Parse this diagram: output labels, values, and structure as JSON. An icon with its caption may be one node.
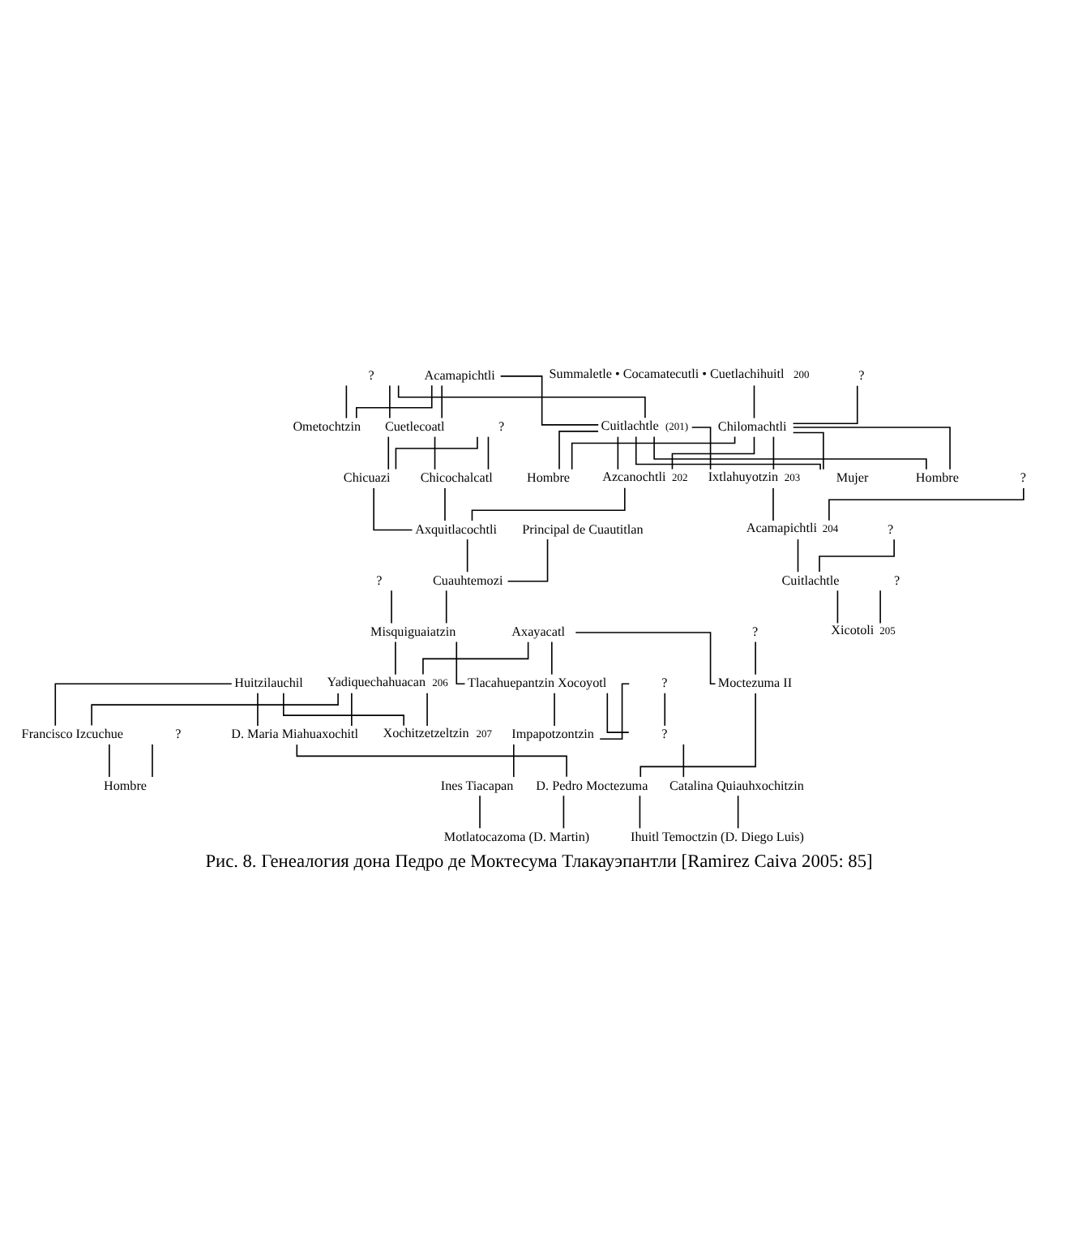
{
  "diagram": {
    "caption": "Рис. 8. Генеалогия дона Педро де Моктесума Тлакауэпантли [Ramirez Caiva 2005: 85]",
    "nodes": [
      {
        "text": [
          "Summaletle • Cocamatecutli • Cuetlachihuitl"
        ],
        "beside": [
          "200"
        ]
      },
      {
        "text": [
          "?"
        ]
      },
      {
        "text": [
          "?"
        ]
      },
      {
        "text": [
          "Acamapichtli"
        ]
      },
      {
        "text": [
          "Chilomachtli"
        ]
      },
      {
        "text": [
          "Cuitlachtle"
        ],
        "beside": [
          "(201)"
        ]
      },
      {
        "text": [
          "Ometochtzin"
        ]
      },
      {
        "text": [
          "Cuetlecoatl"
        ]
      },
      {
        "text": [
          "?"
        ]
      },
      {
        "text": [
          "Azcanochtli"
        ],
        "beside": [
          "202"
        ]
      },
      {
        "text": [
          "Mujer"
        ]
      },
      {
        "text": [
          "Ixtlahuyotzin"
        ],
        "beside": [
          "203"
        ]
      },
      {
        "text": [
          "Hombre"
        ]
      },
      {
        "text": [
          "Hombre"
        ]
      },
      {
        "text": [
          "Chicochalcatl"
        ]
      },
      {
        "text": [
          "Chicuazi"
        ]
      },
      {
        "text": [
          "?"
        ]
      },
      {
        "text": [
          "Acamapichtli"
        ],
        "beside": [
          "204"
        ]
      },
      {
        "text": [
          "?"
        ]
      },
      {
        "text": [
          "Cuitlachtle"
        ]
      },
      {
        "text": [
          "?"
        ]
      },
      {
        "text": [
          "Xicotoli"
        ],
        "beside": [
          "205"
        ]
      },
      {
        "text": [
          "Axquitlacochtli"
        ]
      },
      {
        "text": [
          "Principal de Cuautitlan"
        ]
      },
      {
        "text": [
          "?"
        ]
      },
      {
        "text": [
          "Cuauhtemozi"
        ]
      },
      {
        "text": [
          "Misquiguaiatzin"
        ]
      },
      {
        "text": [
          "Axayacatl"
        ]
      },
      {
        "text": [
          "?"
        ]
      },
      {
        "text": [
          "Huitzilauchil"
        ]
      },
      {
        "text": [
          "Yadiquechahuacan"
        ],
        "beside": [
          "206"
        ]
      },
      {
        "text": [
          "Tlacahuepantzin Xocoyotl"
        ]
      },
      {
        "text": [
          "?"
        ]
      },
      {
        "text": [
          "Moctezuma II"
        ]
      },
      {
        "text": [
          "Xochitzetzeltzin"
        ],
        "beside": [
          "207"
        ]
      },
      {
        "text": [
          "Francisco Izcuchue"
        ]
      },
      {
        "text": [
          "D. Maria Miahuaxochitl"
        ]
      },
      {
        "text": [
          "Impapotzontzin"
        ]
      },
      {
        "text": [
          "?"
        ]
      },
      {
        "text": [
          "?"
        ]
      },
      {
        "text": [
          "Hombre"
        ]
      },
      {
        "text": [
          "Ines Tiacapan"
        ]
      },
      {
        "text": [
          "Catalina Quiauhxochitzin"
        ]
      },
      {
        "text": [
          "D. Pedro Moctezuma"
        ]
      },
      {
        "text": [
          "Motlatocazoma (D. Martin)"
        ]
      },
      {
        "text": [
          "Ihuitl Temoctzin (D. Diego Luis)"
        ]
      }
    ],
    "edges": [
      {
        "from": 1,
        "to": 4,
        "arrow": "none"
      },
      {
        "from": 0,
        "to": 4,
        "arrow": "none"
      },
      {
        "from": 2,
        "to": 5,
        "arrow": "none"
      },
      {
        "from": 2,
        "to": 6,
        "arrow": "none"
      },
      {
        "from": 2,
        "to": 7,
        "arrow": "none"
      },
      {
        "from": 3,
        "to": 5,
        "arrow": "none"
      },
      {
        "from": 3,
        "to": 6,
        "arrow": "none"
      },
      {
        "from": 3,
        "to": 7,
        "arrow": "none"
      },
      {
        "from": 4,
        "to": 9,
        "arrow": "none"
      },
      {
        "from": 4,
        "to": 10,
        "arrow": "none"
      },
      {
        "from": 4,
        "to": 11,
        "arrow": "none"
      },
      {
        "from": 4,
        "to": 12,
        "arrow": "none"
      },
      {
        "from": 4,
        "to": 13,
        "arrow": "none"
      },
      {
        "from": 5,
        "to": 9,
        "arrow": "none"
      },
      {
        "from": 5,
        "to": 10,
        "arrow": "none"
      },
      {
        "from": 5,
        "to": 11,
        "arrow": "none"
      },
      {
        "from": 5,
        "to": 12,
        "arrow": "none"
      },
      {
        "from": 5,
        "to": 13,
        "arrow": "none"
      },
      {
        "from": 7,
        "to": 14,
        "arrow": "none"
      },
      {
        "from": 7,
        "to": 15,
        "arrow": "none"
      },
      {
        "from": 8,
        "to": 14,
        "arrow": "none"
      },
      {
        "from": 8,
        "to": 15,
        "arrow": "none"
      },
      {
        "from": 9,
        "to": 22,
        "arrow": "none"
      },
      {
        "from": 14,
        "to": 22,
        "arrow": "none"
      },
      {
        "from": 15,
        "to": 22,
        "arrow": "none"
      },
      {
        "from": 16,
        "to": 17,
        "arrow": "none"
      },
      {
        "from": 11,
        "to": 17,
        "arrow": "none"
      },
      {
        "from": 18,
        "to": 19,
        "arrow": "none"
      },
      {
        "from": 17,
        "to": 19,
        "arrow": "none"
      },
      {
        "from": 20,
        "to": 21,
        "arrow": "none"
      },
      {
        "from": 19,
        "to": 21,
        "arrow": "none"
      },
      {
        "from": 22,
        "to": 25,
        "arrow": "none"
      },
      {
        "from": 23,
        "to": 25,
        "arrow": "none"
      },
      {
        "from": 24,
        "to": 26,
        "arrow": "none"
      },
      {
        "from": 25,
        "to": 26,
        "arrow": "none"
      },
      {
        "from": 26,
        "to": 30,
        "arrow": "none"
      },
      {
        "from": 26,
        "to": 31,
        "arrow": "none"
      },
      {
        "from": 27,
        "to": 30,
        "arrow": "none"
      },
      {
        "from": 27,
        "to": 31,
        "arrow": "none"
      },
      {
        "from": 27,
        "to": 33,
        "arrow": "none"
      },
      {
        "from": 28,
        "to": 33,
        "arrow": "none"
      },
      {
        "from": 29,
        "to": 34,
        "arrow": "none"
      },
      {
        "from": 29,
        "to": 35,
        "arrow": "none"
      },
      {
        "from": 29,
        "to": 36,
        "arrow": "none"
      },
      {
        "from": 30,
        "to": 34,
        "arrow": "none"
      },
      {
        "from": 30,
        "to": 35,
        "arrow": "none"
      },
      {
        "from": 30,
        "to": 36,
        "arrow": "none"
      },
      {
        "from": 31,
        "to": 37,
        "arrow": "none"
      },
      {
        "from": 31,
        "to": 38,
        "arrow": "none"
      },
      {
        "from": 32,
        "to": 37,
        "arrow": "none"
      },
      {
        "from": 32,
        "to": 38,
        "arrow": "none"
      },
      {
        "from": 39,
        "to": 40,
        "arrow": "none"
      },
      {
        "from": 35,
        "to": 40,
        "arrow": "none"
      },
      {
        "from": 36,
        "to": 43,
        "arrow": "none"
      },
      {
        "from": 33,
        "to": 43,
        "arrow": "none"
      },
      {
        "from": 37,
        "to": 41,
        "arrow": "none"
      },
      {
        "from": 38,
        "to": 42,
        "arrow": "none"
      },
      {
        "from": 41,
        "to": 44,
        "arrow": "none"
      },
      {
        "from": 43,
        "to": 44,
        "arrow": "none"
      },
      {
        "from": 42,
        "to": 45,
        "arrow": "none"
      },
      {
        "from": 43,
        "to": 45,
        "arrow": "none"
      }
    ]
  }
}
